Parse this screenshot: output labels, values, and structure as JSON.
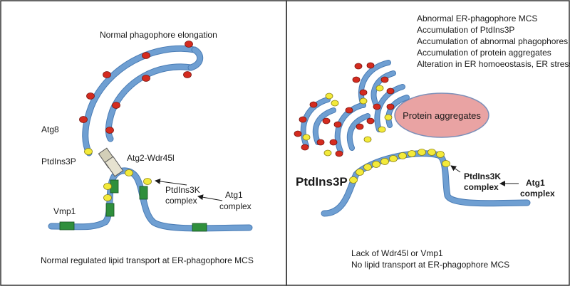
{
  "left_panel": {
    "title": "Normal phagophore elongation",
    "labels": {
      "atg8": "Atg8",
      "ptdins3p": "PtdIns3P",
      "atg2_wdr45l": "Atg2-Wdr45l",
      "ptdins3k_line1": "PtdIns3K",
      "ptdins3k_line2": "complex",
      "atg1_line1": "Atg1",
      "atg1_line2": "complex",
      "vmp1": "Vmp1"
    },
    "caption": "Normal regulated lipid transport at ER-phagophore MCS"
  },
  "right_panel": {
    "effects": [
      "Abnormal ER-phagophore MCS",
      "Accumulation of PtdIns3P",
      "Accumulation of abnormal phagophores",
      "Accumulation of protein aggregates",
      "Alteration in ER homoeostasis, ER stress"
    ],
    "aggregates_label": "Protein aggregates",
    "ptdins3p_label": "PtdIns3P",
    "ptdins3k_line1": "PtdIns3K",
    "ptdins3k_line2": "complex",
    "atg1_line1": "Atg1",
    "atg1_line2": "complex",
    "caption_line1": "Lack of Wdr45l or Vmp1",
    "caption_line2": "No lipid transport at ER-phagophore MCS"
  },
  "colors": {
    "membrane": "#6f9fd2",
    "membrane_edge": "#4a7cb5",
    "atg8_dot": "#d42b1f",
    "ptdins3p_dot": "#f3ea3a",
    "vmp1_block": "#2f8f3c",
    "aggregate_fill": "#e9a3a3",
    "aggregate_edge": "#7c8fb8",
    "atg2_fill": "#d3cfb8"
  }
}
